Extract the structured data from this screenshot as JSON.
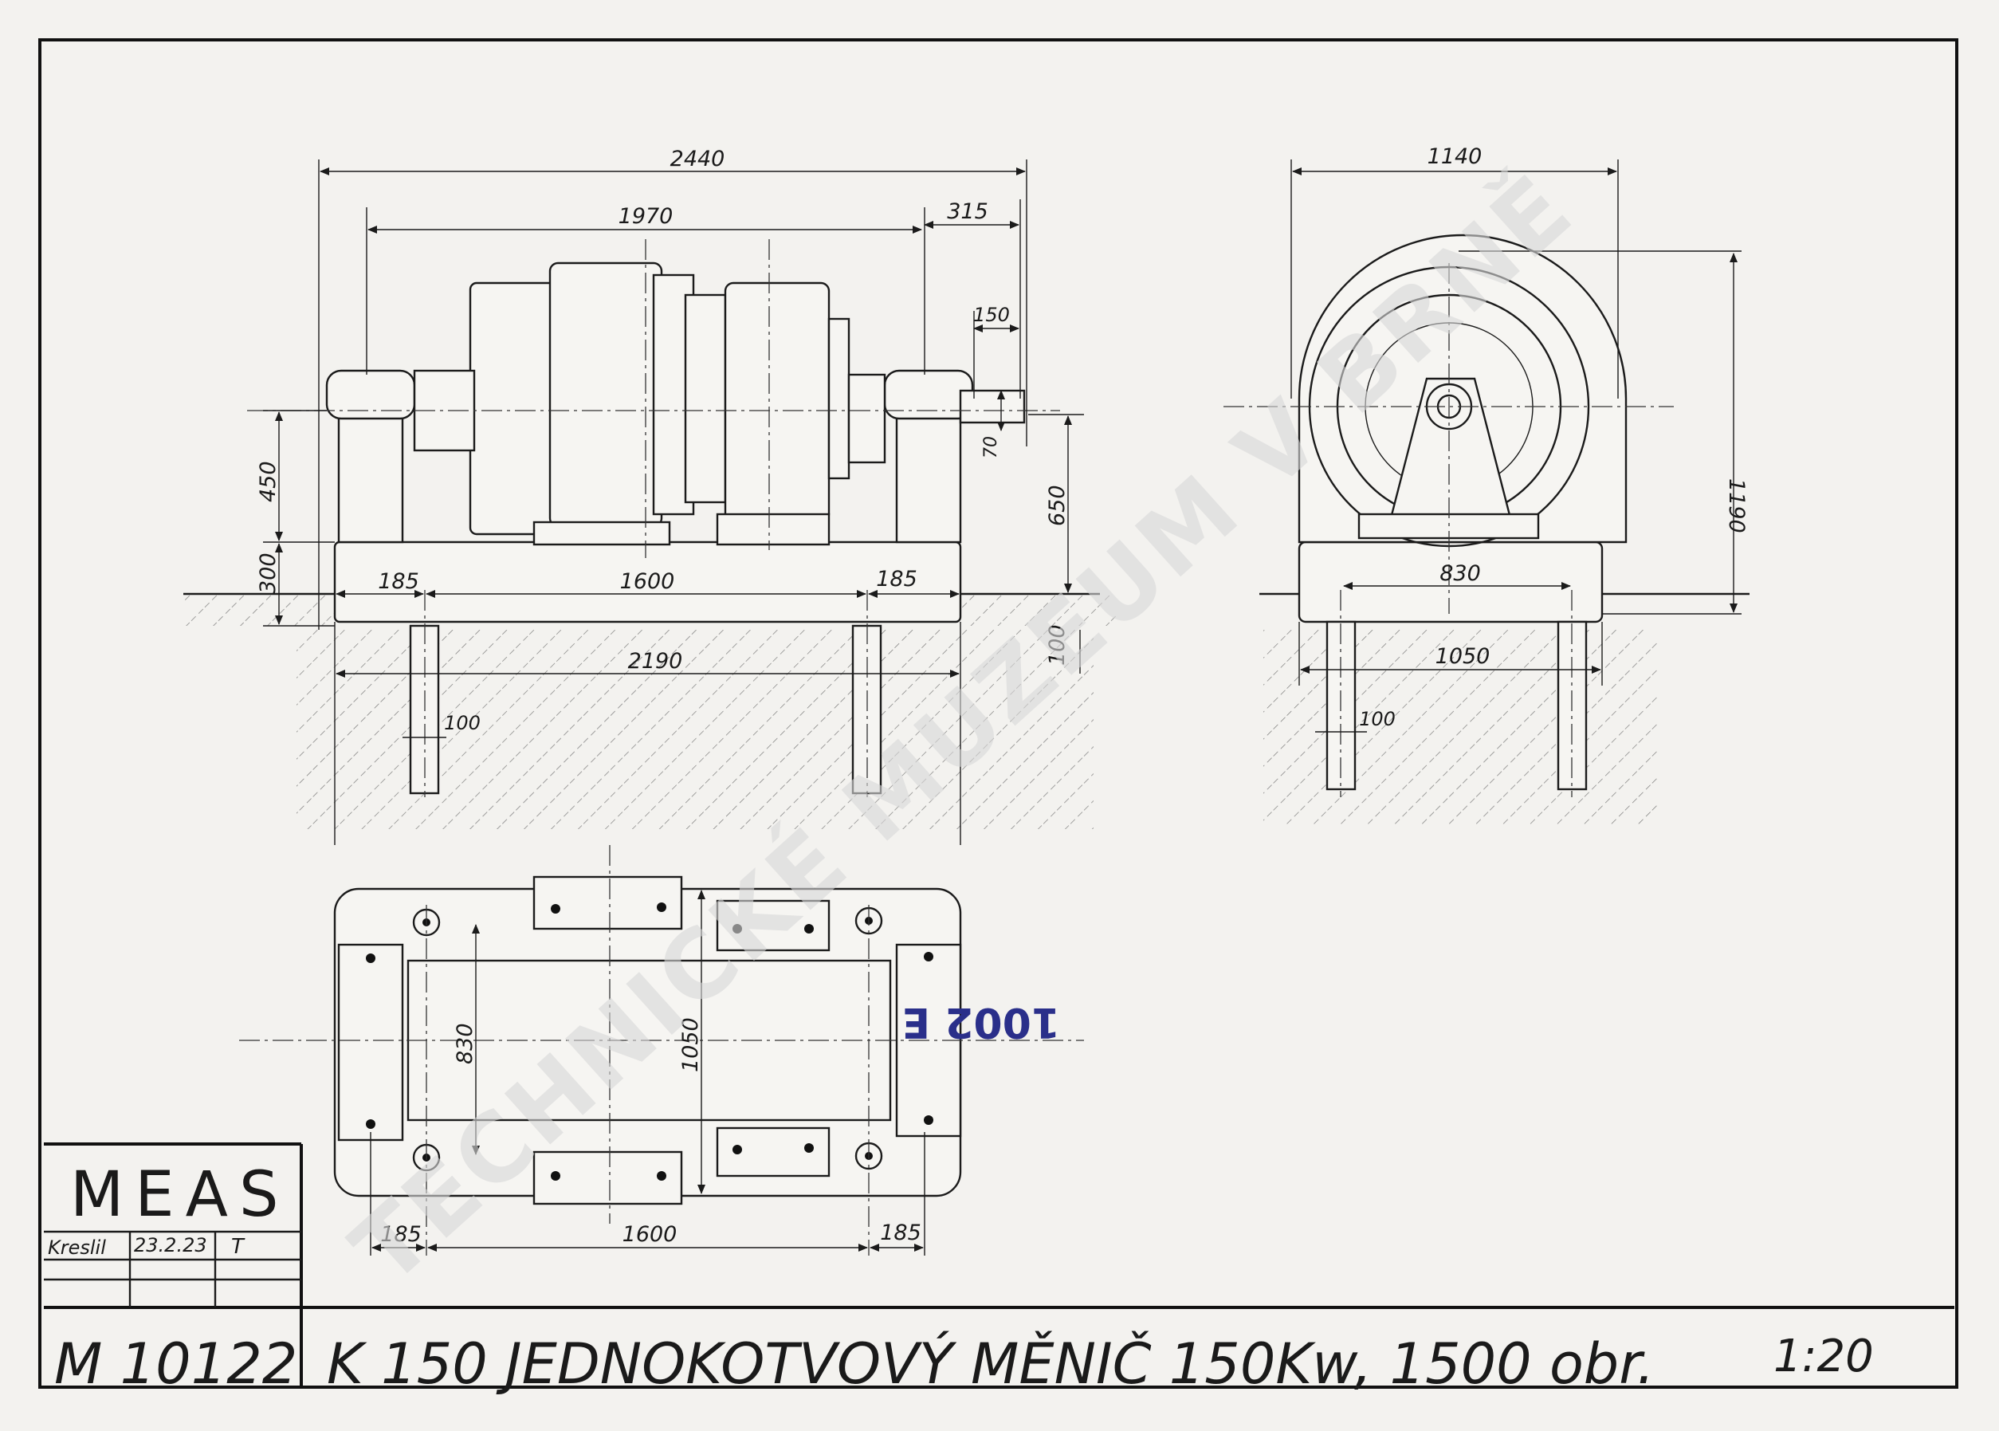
{
  "title_block": {
    "company": "MEAS",
    "drawn_label": "Kreslil",
    "drawn_date": "23.2.23",
    "drawn_initial": "T",
    "drawing_number": "M 10122",
    "description": "K 150  JEDNOKOTVOVÝ MĚNIČ  150Kw, 1500 obr.",
    "scale": "1:20"
  },
  "watermark": "TECHNICKÉ MUZEUM V BRNĚ",
  "stamp": "1002 E",
  "side_view": {
    "overall_length": "2440",
    "machine_length": "1970",
    "shaft_overhang": "315",
    "shaft_end": "150",
    "shaft_dia": "70",
    "axis_height": "450",
    "base_height": "300",
    "height_above_floor": "650",
    "foundation_left": "185",
    "bolt_spacing": "1600",
    "foundation_right": "185",
    "base_length": "2190",
    "below_floor": "100",
    "bolt_dia": "100"
  },
  "end_view": {
    "overall_width": "1140",
    "overall_height": "1190",
    "feet_spacing": "830",
    "base_width": "1050",
    "bolt_dia": "100"
  },
  "plan_view": {
    "bolt_spacing_v": "830",
    "base_width": "1050",
    "edge_left": "185",
    "bolt_spacing_h": "1600",
    "edge_right": "185"
  }
}
